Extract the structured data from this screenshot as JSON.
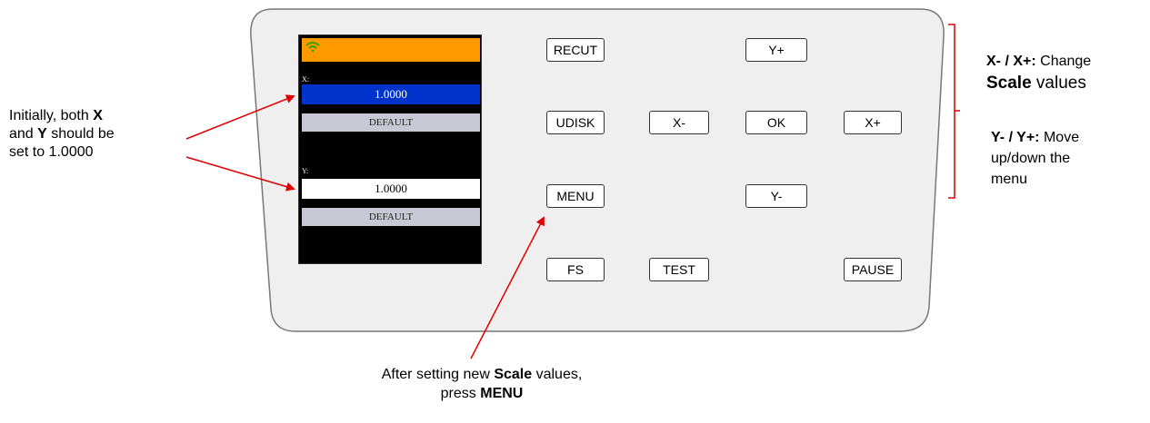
{
  "screen": {
    "x_label": "X:",
    "x_value": "1.0000",
    "x_default": "DEFAULT",
    "y_label": "Y:",
    "y_value": "1.0000",
    "y_default": "DEFAULT",
    "status_icon": "wifi-icon"
  },
  "buttons": {
    "recut": "RECUT",
    "y_plus": "Y+",
    "udisk": "UDISK",
    "x_minus": "X-",
    "ok": "OK",
    "x_plus": "X+",
    "menu": "MENU",
    "y_minus": "Y-",
    "fs": "FS",
    "test": "TEST",
    "pause": "PAUSE"
  },
  "annotations": {
    "left_line1_pre": "Initially, both ",
    "left_line1_bold": "X",
    "left_line2_pre": "and ",
    "left_line2_bold": "Y",
    "left_line2_post": " should be",
    "left_line3": "set to 1.0000",
    "right1_bold": "X- / X+:",
    "right1_post": " Change",
    "right2_bold": "Scale",
    "right2_post": " values",
    "right3_bold": "Y- / Y+:",
    "right3_post": " Move",
    "right4": "up/down the",
    "right5": "menu",
    "bottom1_pre": "After setting new ",
    "bottom1_bold": "Scale",
    "bottom1_post": " values,",
    "bottom2_pre": "press ",
    "bottom2_bold": "MENU"
  },
  "colors": {
    "panel_fill": "#efefef",
    "title_bar": "#ff9900",
    "x_field": "#0033cc",
    "default_field": "#c8c8d4",
    "arrow": "#e00000",
    "bracket": "#e00000",
    "wifi": "#3aa000"
  }
}
